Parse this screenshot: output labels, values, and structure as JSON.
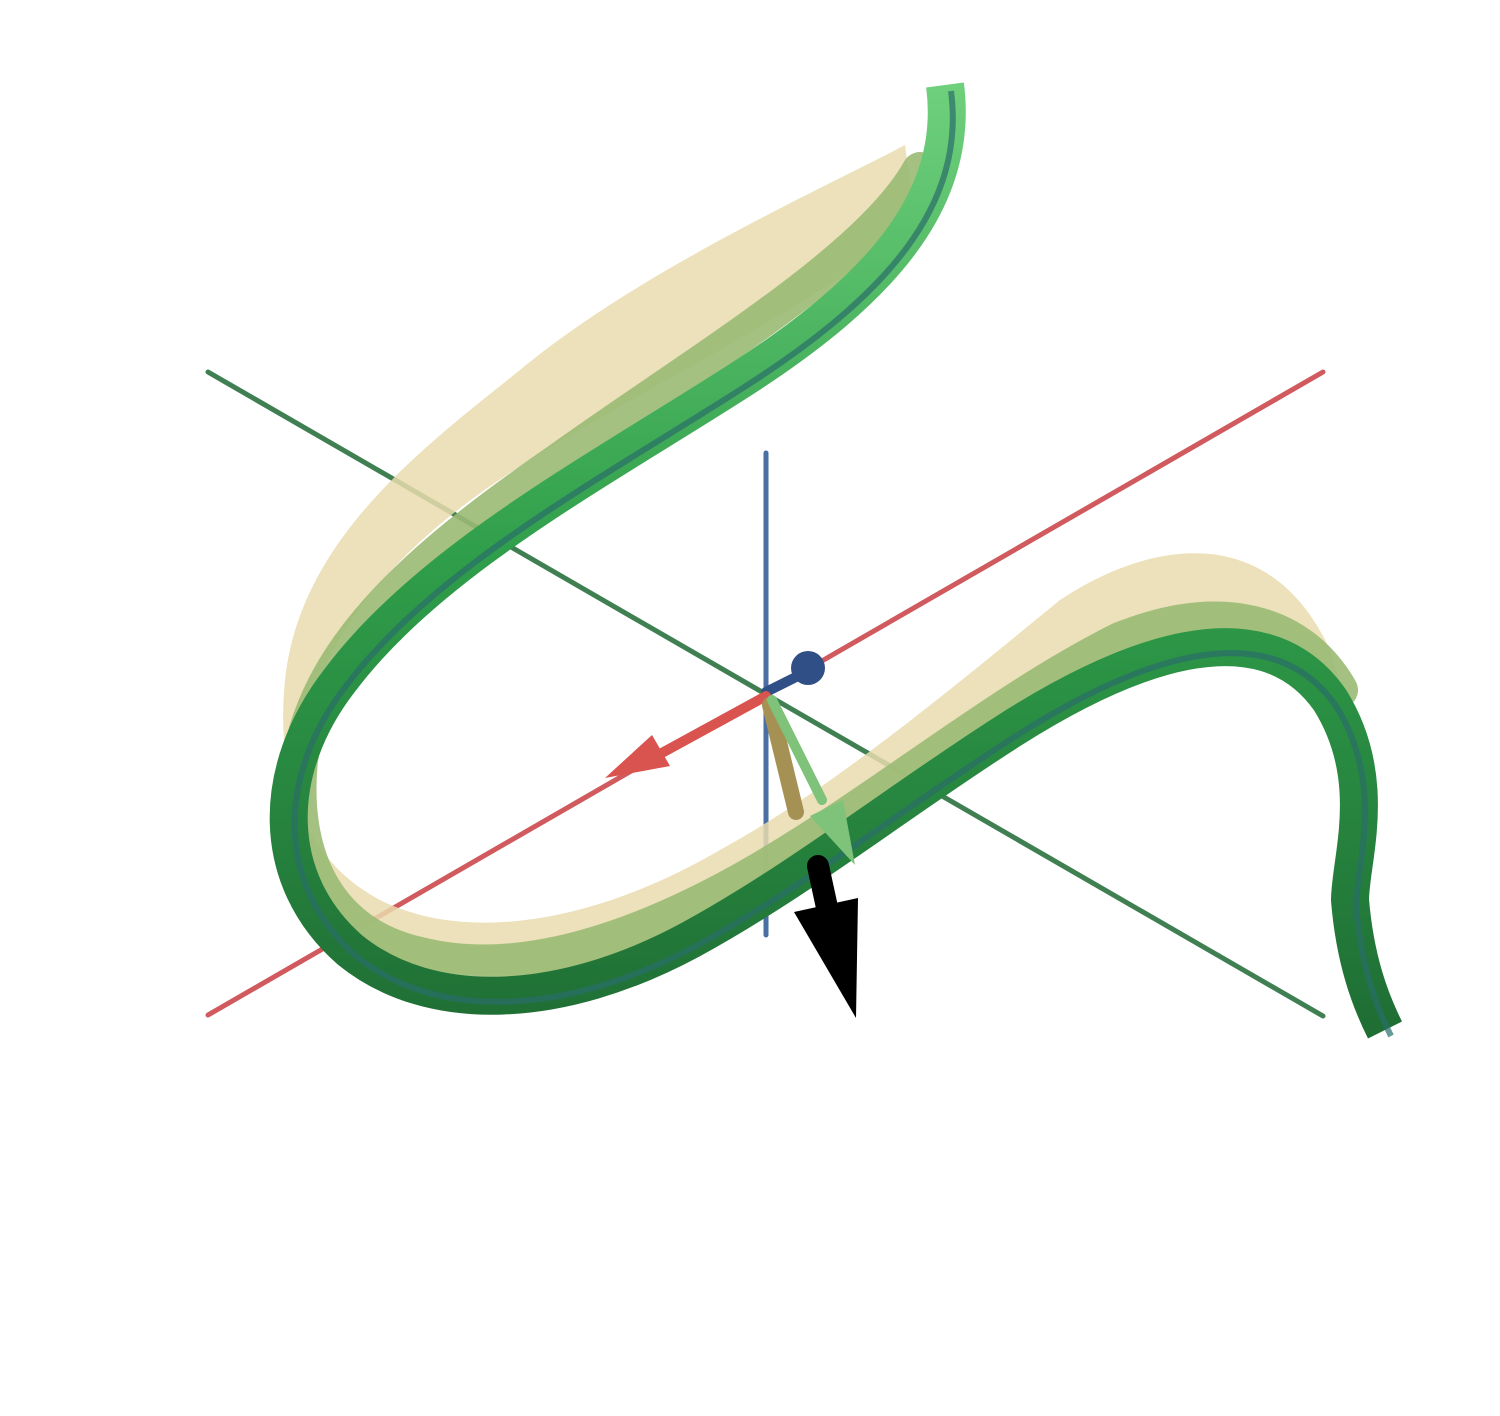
{
  "scene": {
    "description_visible_text": "",
    "colors": {
      "background": "#ffffff",
      "x_axis": "#d05a5e",
      "y_axis": "#3f7f52",
      "z_axis": "#4a6fa5",
      "tube": "#2f9e4a",
      "tube_highlight": "#5cc56d",
      "tube_inner": "#2a6e6a",
      "ribbon": "#e9dcae",
      "ribbon_overlap": "#9aba74",
      "tangent_arrow": "#d9534f",
      "normal_arrow": "#7fc27a",
      "binormal_arrow": "#a69155",
      "gravity_arrow": "#000000",
      "origin_marker": "#2f4f86"
    },
    "icons": {
      "tangent": "red-cone-arrow",
      "normal": "green-cone-arrow",
      "binormal": "khaki-rod",
      "force": "black-cone-arrow",
      "origin": "blue-sphere"
    }
  }
}
